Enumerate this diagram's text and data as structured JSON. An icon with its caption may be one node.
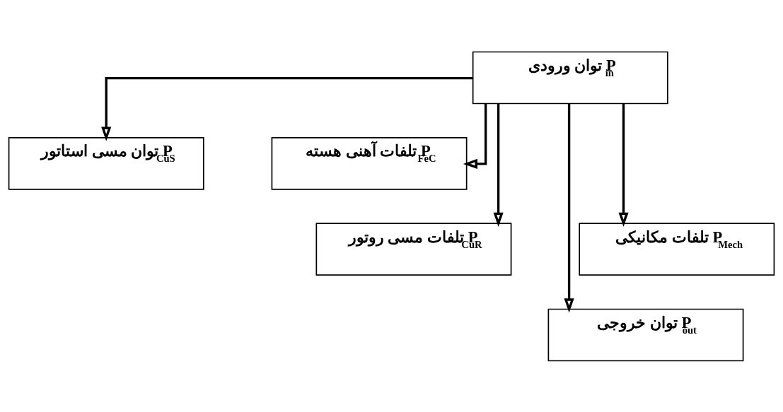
{
  "diagram": {
    "nodes": [
      {
        "text": [
          "توان ورودی P$_{in}$"
        ]
      },
      {
        "text": [
          "توان مسی استاتور P$_{CuS}$"
        ]
      },
      {
        "text": [
          "تلفات آهنی هسته P$_{FeC}$"
        ]
      },
      {
        "text": [
          "تلفات مسی روتور P$_{CuR}$"
        ]
      },
      {
        "text": [
          "تلفات مکانیکی P$_{Mech}$"
        ]
      },
      {
        "text": [
          "توان خروجی P$_{out}$"
        ]
      }
    ],
    "edges": [
      {
        "from": 0,
        "to": 1,
        "arrow": "to"
      },
      {
        "from": 0,
        "to": 2,
        "arrow": "to"
      },
      {
        "from": 0,
        "to": 3,
        "arrow": "to"
      },
      {
        "from": 0,
        "to": 4,
        "arrow": "to"
      },
      {
        "from": 0,
        "to": 5,
        "arrow": "to"
      }
    ]
  }
}
